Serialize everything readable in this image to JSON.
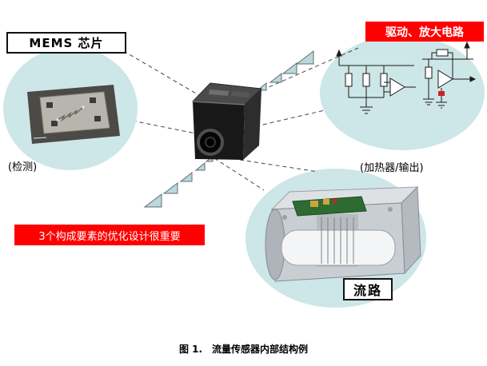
{
  "figure": {
    "caption": "图 1. 流量传感器内部结构例"
  },
  "labels": {
    "mems_chip": "MEMS 芯片",
    "mems_sub": "(检测)",
    "drive_circuit": "驱动、放大电路",
    "drive_sub": "(加热器/输出)",
    "flow_path": "流路",
    "banner": "3个构成要素的优化设计很重要"
  },
  "colors": {
    "accent_red": "#ff0000",
    "ellipse_fill": "#cde6e7",
    "triangle_fill": "#b9d8dc"
  }
}
